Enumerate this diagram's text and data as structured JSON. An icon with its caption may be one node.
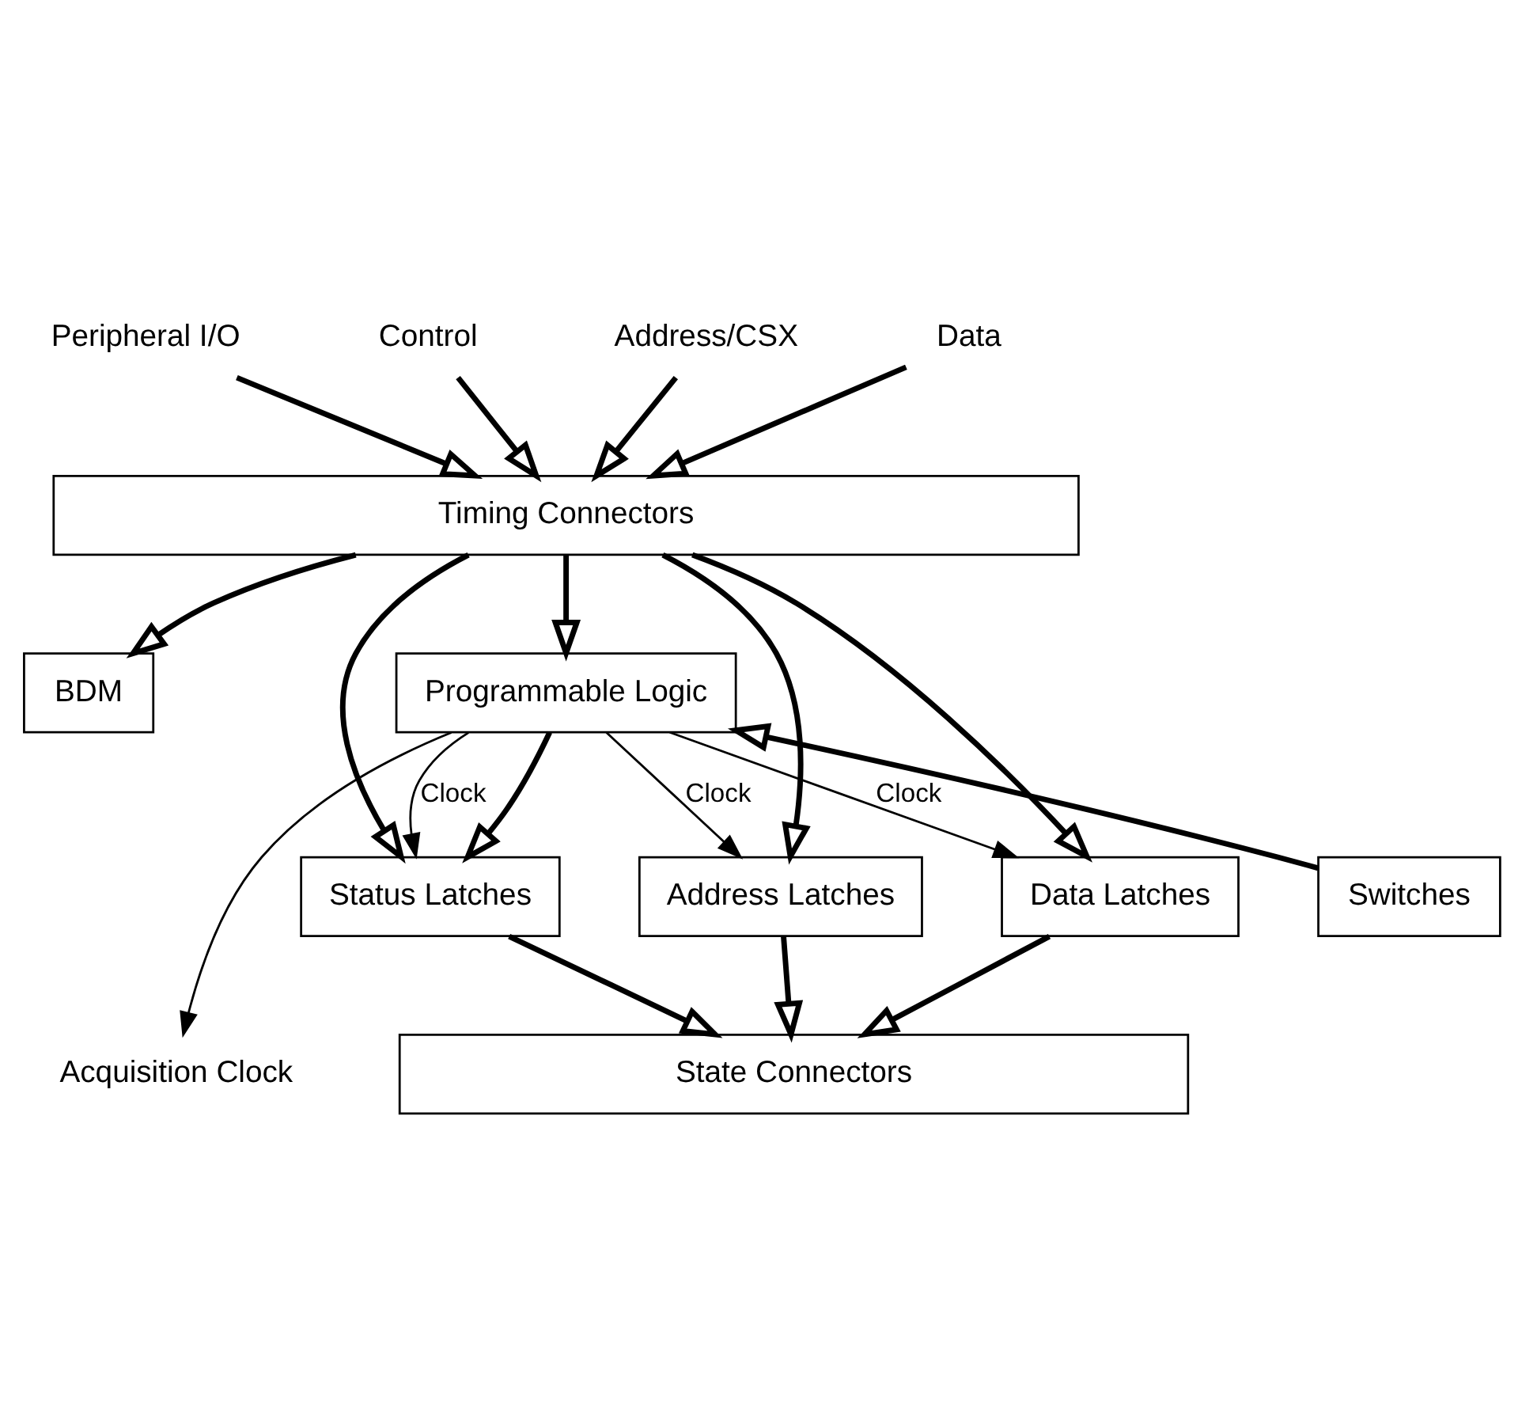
{
  "diagram": {
    "nodes": [
      {
        "text": [
          "Peripheral I/O"
        ]
      },
      {
        "text": [
          "Control"
        ]
      },
      {
        "text": [
          "Address/CSX"
        ]
      },
      {
        "text": [
          "Data"
        ]
      },
      {
        "text": [
          "Timing Connectors"
        ]
      },
      {
        "text": [
          "BDM"
        ]
      },
      {
        "text": [
          "Programmable Logic"
        ]
      },
      {
        "text": [
          "Switches"
        ]
      },
      {
        "text": [
          "Status Latches"
        ]
      },
      {
        "text": [
          "Address Latches"
        ]
      },
      {
        "text": [
          "Data Latches"
        ]
      },
      {
        "text": [
          "Acquisition Clock"
        ]
      },
      {
        "text": [
          "State Connectors"
        ]
      }
    ],
    "edges": [
      {
        "from": 0,
        "to": 4,
        "arrow": "to"
      },
      {
        "from": 1,
        "to": 4,
        "arrow": "to"
      },
      {
        "from": 2,
        "to": 4,
        "arrow": "to"
      },
      {
        "from": 3,
        "to": 4,
        "arrow": "to"
      },
      {
        "from": 4,
        "to": 5,
        "arrow": "to"
      },
      {
        "from": 4,
        "to": 6,
        "arrow": "to"
      },
      {
        "from": 4,
        "to": 8,
        "arrow": "to"
      },
      {
        "from": 4,
        "to": 9,
        "arrow": "to"
      },
      {
        "from": 4,
        "to": 10,
        "arrow": "to"
      },
      {
        "from": 7,
        "to": 6,
        "arrow": "to"
      },
      {
        "from": 6,
        "to": 8,
        "arrow": "to"
      },
      {
        "from": 6,
        "to": 8,
        "arrow": "to",
        "label": "Clock"
      },
      {
        "from": 6,
        "to": 9,
        "arrow": "to",
        "label": "Clock"
      },
      {
        "from": 6,
        "to": 10,
        "arrow": "to",
        "label": "Clock"
      },
      {
        "from": 6,
        "to": 11,
        "arrow": "to"
      },
      {
        "from": 8,
        "to": 12,
        "arrow": "to"
      },
      {
        "from": 9,
        "to": 12,
        "arrow": "to"
      },
      {
        "from": 10,
        "to": 12,
        "arrow": "to"
      }
    ]
  }
}
